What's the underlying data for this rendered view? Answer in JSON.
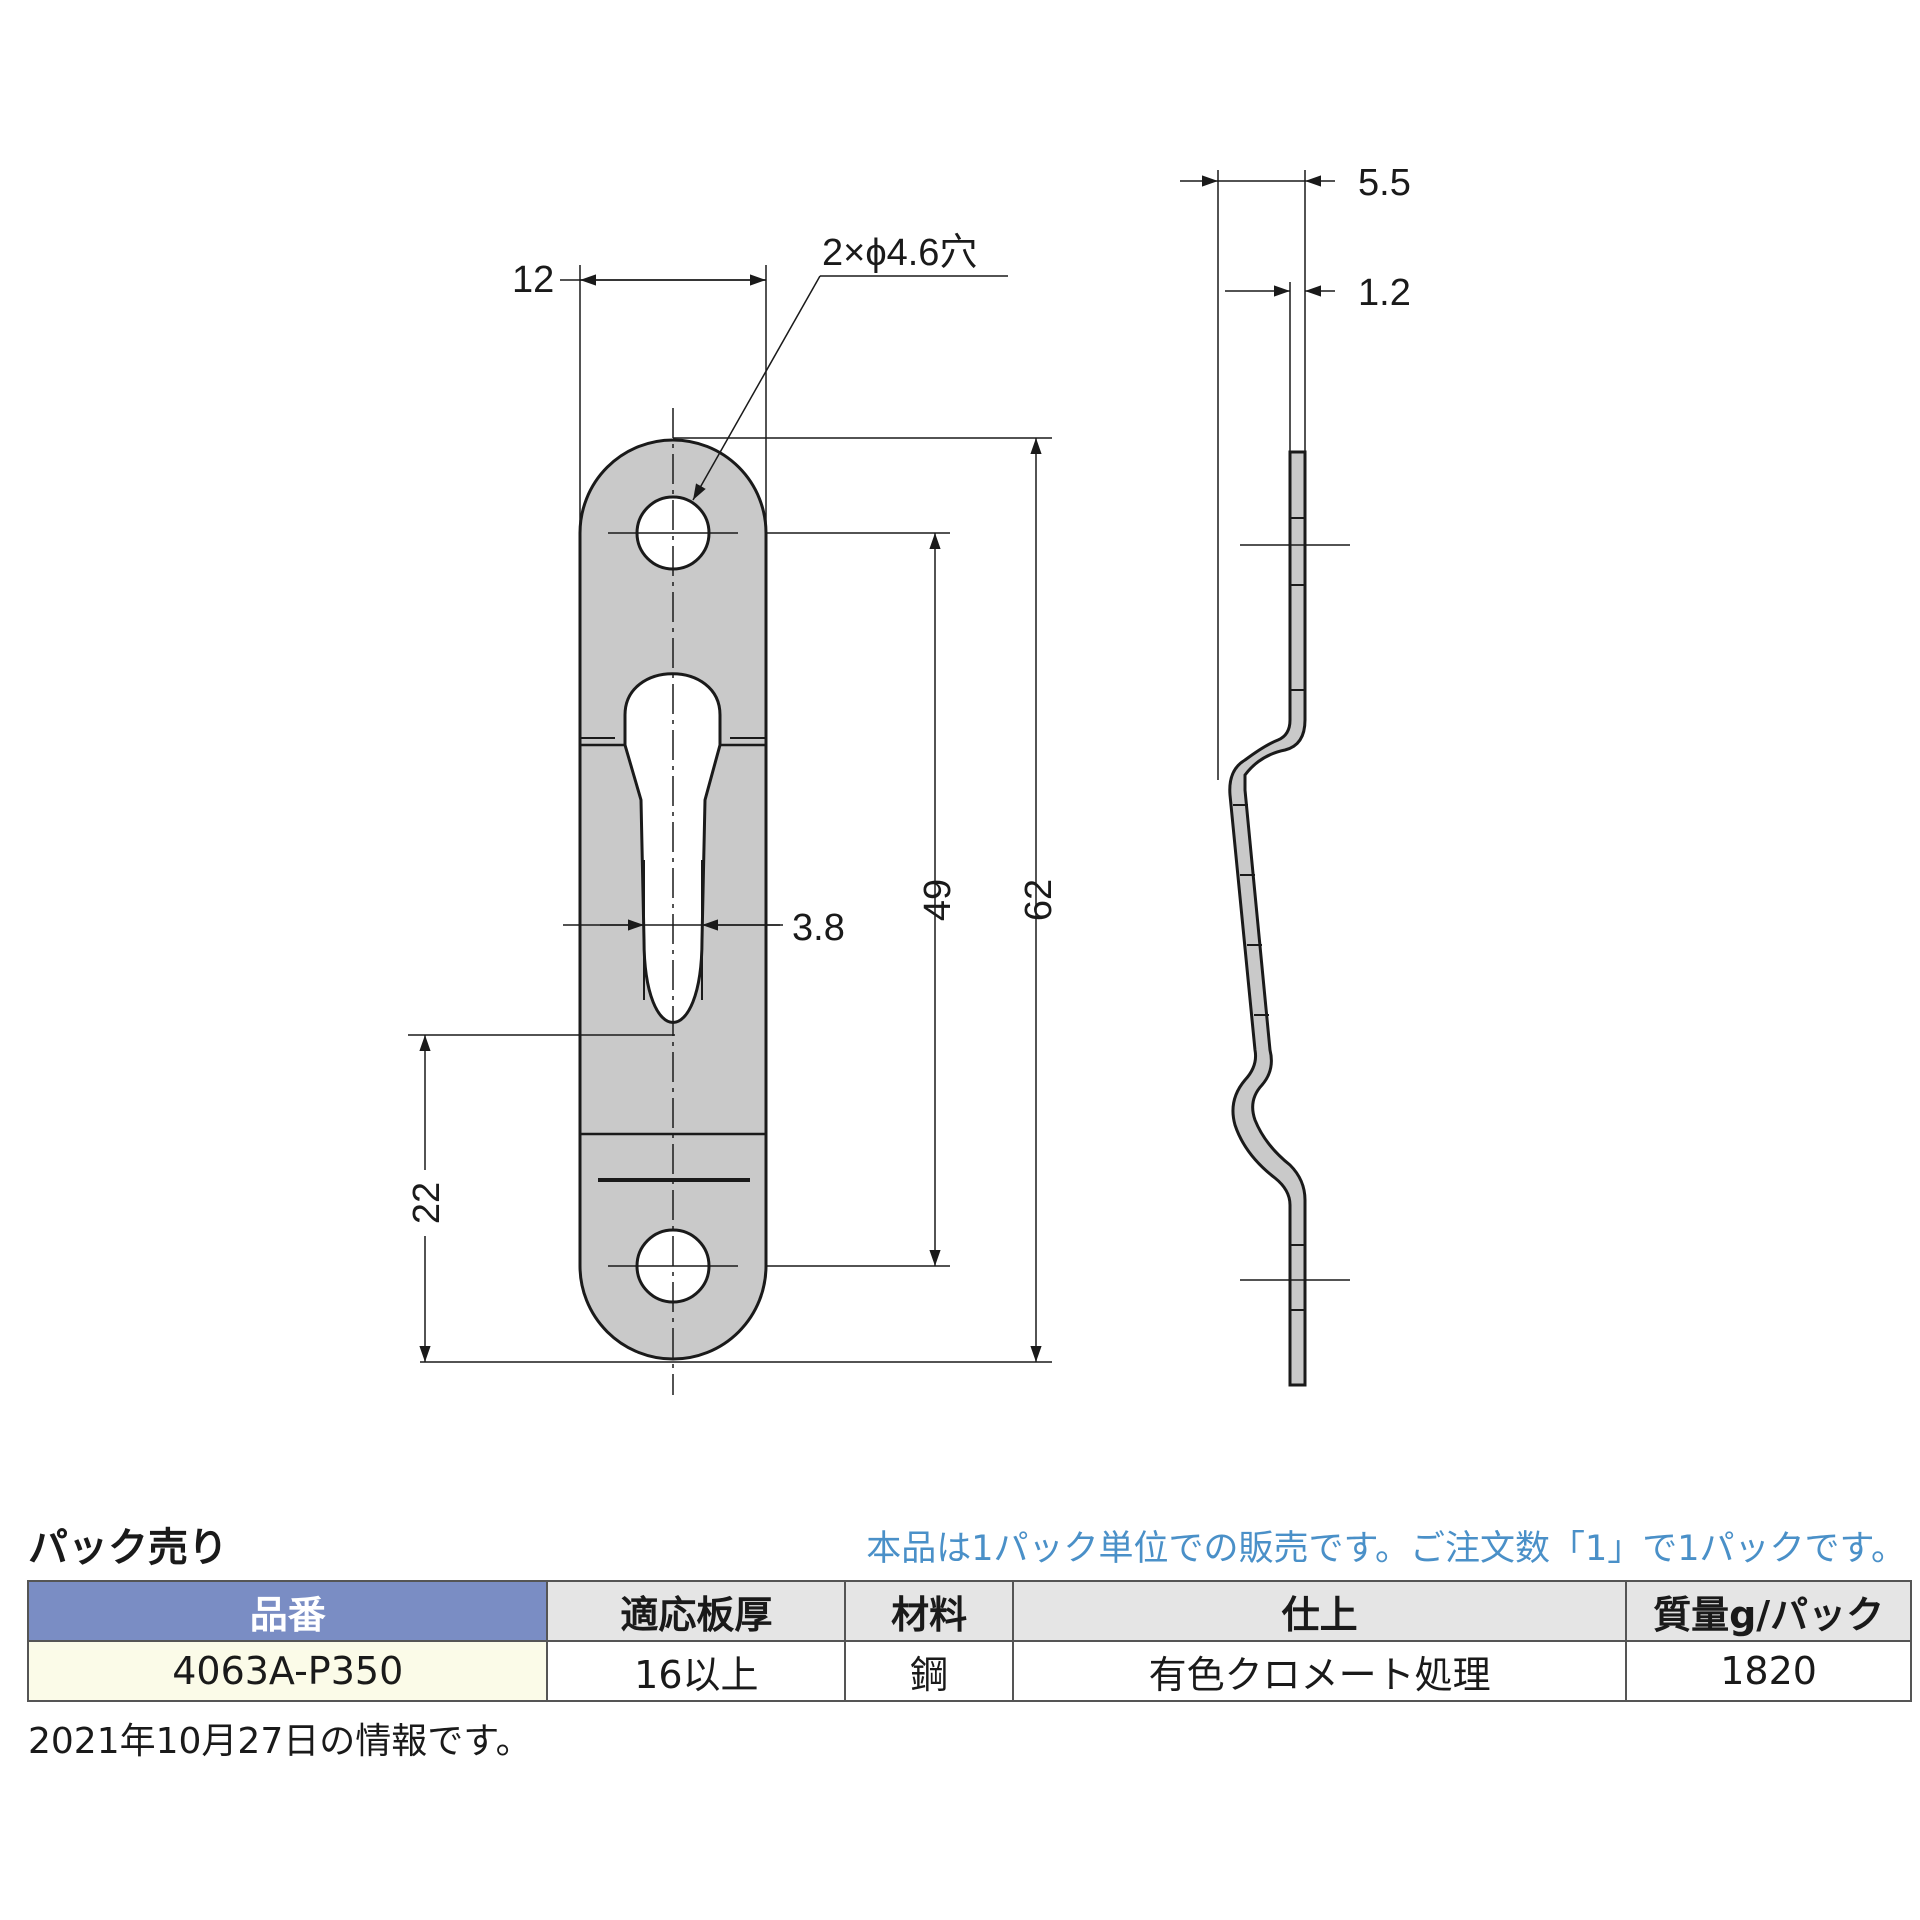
{
  "drawing": {
    "dimensions": {
      "width_12": "12",
      "holes": "2×ϕ4.6穴",
      "slot_3_8": "3.8",
      "dist_49": "49",
      "length_62": "62",
      "dist_22": "22",
      "depth_5_5": "5.5",
      "thickness_1_2": "1.2"
    }
  },
  "section": {
    "title": "パック売り",
    "notice": "本品は1パック単位での販売です。ご注文数「1」で1パックです。"
  },
  "table": {
    "headers": {
      "part_no": "品番",
      "thickness": "適応板厚",
      "material": "材料",
      "finish": "仕上",
      "mass": "質量g/パック"
    },
    "row": {
      "part_no": "4063A-P350",
      "thickness": "16以上",
      "material": "鋼",
      "finish": "有色クロメート処理",
      "mass": "1820"
    }
  },
  "footnote": "2021年10月27日の情報です。"
}
